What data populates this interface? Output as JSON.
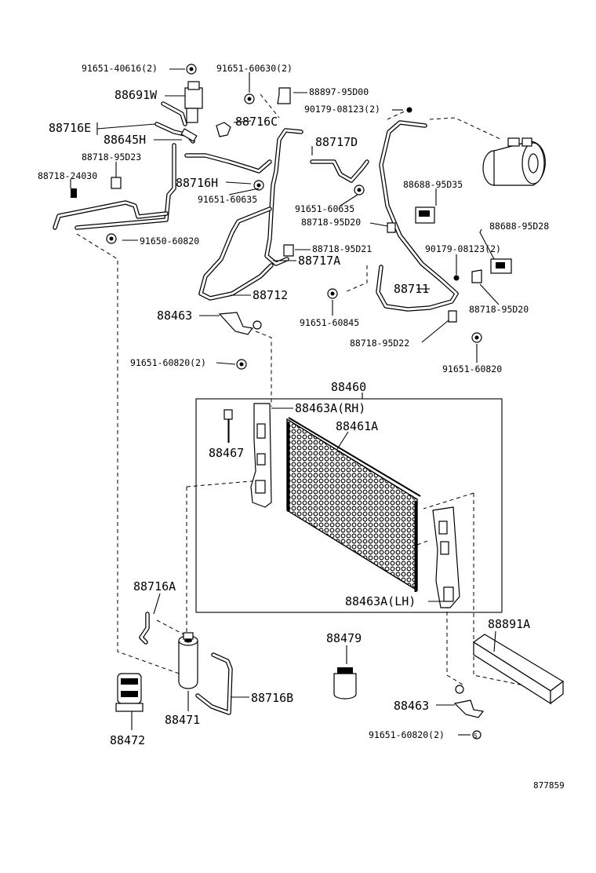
{
  "figure_code": "877859",
  "labels": {
    "p_91651_40616": "91651-40616(2)",
    "p_91651_60630": "91651-60630(2)",
    "p_88897_95D00": "88897-95D00",
    "p_88691W": "88691W",
    "p_90179_08123a": "90179-08123(2)",
    "p_88716C": "88716C",
    "p_88716E": "88716E",
    "p_88645H": "88645H",
    "p_88717D": "88717D",
    "p_88718_95D23": "88718-95D23",
    "p_88718_24030": "88718-24030",
    "p_88716H": "88716H",
    "p_88688_95D35": "88688-95D35",
    "p_91651_60635a": "91651-60635",
    "p_91651_60635b": "91651-60635",
    "p_88718_95D20a": "88718-95D20",
    "p_88688_95D28": "88688-95D28",
    "p_91650_60820": "91650-60820",
    "p_88718_95D21": "88718-95D21",
    "p_90179_08123b": "90179-08123(2)",
    "p_88717A": "88717A",
    "p_88711": "88711",
    "p_88712": "88712",
    "p_88718_95D20b": "88718-95D20",
    "p_88463_top": "88463",
    "p_91651_60845": "91651-60845",
    "p_88718_95D22": "88718-95D22",
    "p_91651_60820_2": "91651-60820(2)",
    "p_91651_60820": "91651-60820",
    "p_88460": "88460",
    "p_88463A_RH": "88463A(RH)",
    "p_88461A": "88461A",
    "p_88467": "88467",
    "p_88716A": "88716A",
    "p_88463A_LH": "88463A(LH)",
    "p_88479": "88479",
    "p_88891A": "88891A",
    "p_88716B": "88716B",
    "p_88463_bottom": "88463",
    "p_88471": "88471",
    "p_91651_60820_2b": "91651-60820(2)",
    "p_88472": "88472"
  }
}
